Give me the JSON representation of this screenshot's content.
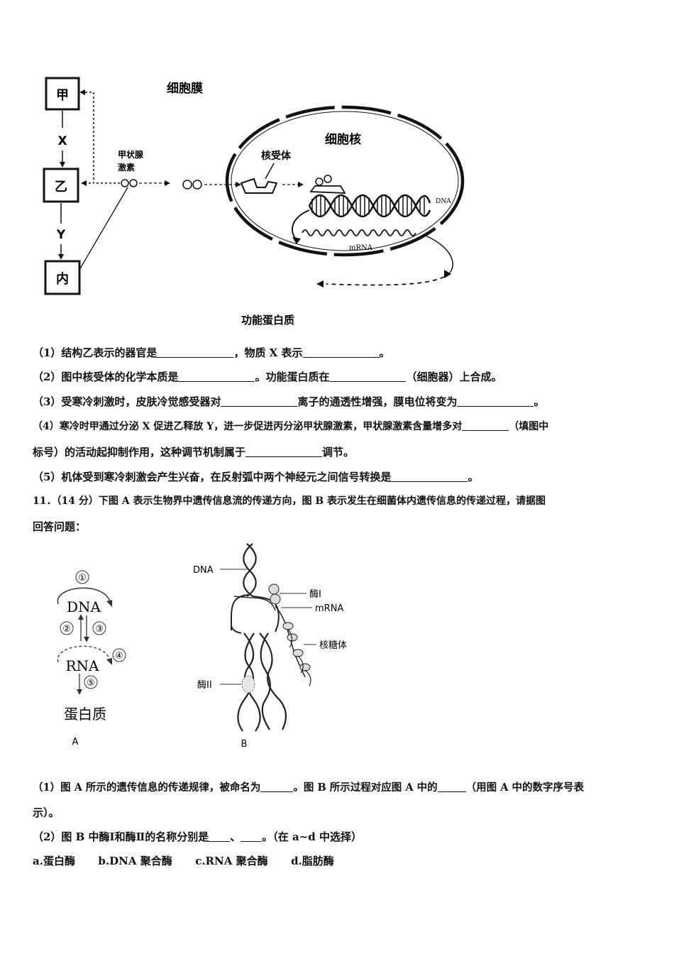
{
  "figure1": {
    "box_jia": "甲",
    "box_yi": "乙",
    "box_bing": "内",
    "label_x": "X",
    "label_y": "Y",
    "hormone_label_1": "甲状腺",
    "hormone_label_2": "激素",
    "cell_membrane": "细胞膜",
    "nucleus": "细胞核",
    "receptor": "核受体",
    "dna": "DNA",
    "mrna": "mRNA",
    "functional_protein": "功能蛋白质"
  },
  "questions10": [
    {
      "text_a": "（1）结构乙表示的器官是",
      "text_b": "，物质 X 表示",
      "text_c": "。"
    },
    {
      "text_a": "（2）图中核受体的化学本质是",
      "text_b": "。功能蛋白质在",
      "text_c": "（细胞器）上合成。"
    },
    {
      "text_a": "（3）受寒冷刺激时，皮肤冷觉感受器对",
      "text_b": "离子的通透性增强，膜电位将变为",
      "text_c": "。"
    },
    {
      "text_a": "（4）寒冷时甲通过分泌 X 促进乙释放 Y，进一步促进丙分泌甲状腺激素，甲状腺激素含量增多对",
      "text_b": "（填图中"
    },
    {
      "text_a": "标号）的活动起抑制作用，这种调节机制属于",
      "text_b": "调节。"
    },
    {
      "text_a": "（5）机体受到寒冷刺激会产生兴奋，在反射弧中两个神经元之间信号转换是",
      "text_b": "。"
    }
  ],
  "q11": {
    "intro_1": "11．（14 分）下图 A 表示生物界中遗传信息流的传递方向，图 B 表示发生在细菌体内遗传信息的传递过程，请据图",
    "intro_2": "回答问题："
  },
  "figureA": {
    "n1": "①",
    "n2": "②",
    "n3": "③",
    "n4": "④",
    "n5": "⑤",
    "dna": "DNA",
    "rna": "RNA",
    "protein": "蛋白质",
    "caption": "A"
  },
  "figureB": {
    "dna": "DNA",
    "enzyme1": "酶I",
    "mrna": "mRNA",
    "ribosome": "核糖体",
    "enzyme2": "酶II",
    "caption": "B"
  },
  "questions11": [
    {
      "text_a": "（1）图 A 所示的遗传信息的传递规律，被命名为",
      "text_b": "。图 B 所示过程对应图 A 中的",
      "text_c": "（用图 A 中的数字序号表"
    },
    {
      "text_a": "示）。"
    },
    {
      "text_a": "（2）图 B 中酶Ⅰ和酶Ⅱ的名称分别是",
      "text_b": "、",
      "text_c": "。（在 a~d 中选择）"
    }
  ],
  "options": [
    "a.蛋白酶",
    "b.DNA 聚合酶",
    "c.RNA 聚合酶",
    "d.脂肪酶"
  ]
}
